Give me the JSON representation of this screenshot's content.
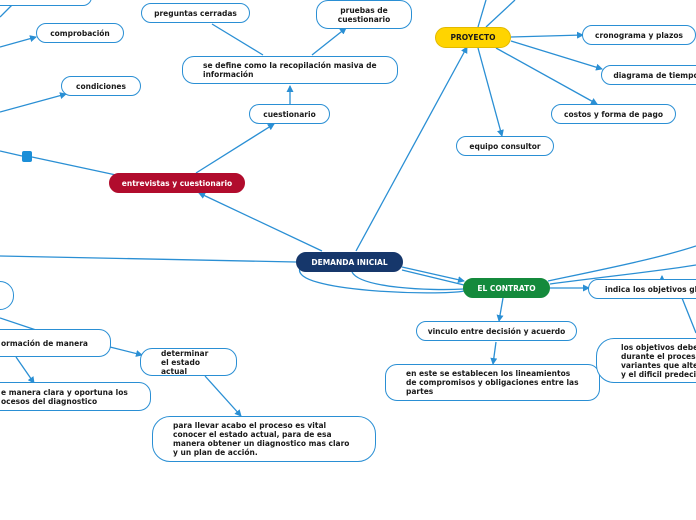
{
  "nodes": {
    "demanda_inicial": "DEMANDA INICIAL",
    "entrevistas": "entrevistas y cuestionario",
    "cuestionario": "cuestionario",
    "definicion": "se define como la recopilación masiva de información",
    "preguntas_cerradas": "preguntas cerradas",
    "pruebas": "pruebas de cuestionario",
    "comprobacion": "comprobación",
    "condiciones": "condiciones",
    "proyecto": "PROYECTO",
    "cronograma": "cronograma y plazos",
    "diagrama_tiempo": "diagrama de tiempo",
    "costos": "costos y forma de pago",
    "equipo": "equipo consultor",
    "contrato": "EL CONTRATO",
    "vinculo": "vinculo entre decisión y acuerdo",
    "lineamientos": "en este se establecen los lineamientos de compromisos y obligaciones entre las partes",
    "objetivos_globales": "indica los objetivos globales",
    "objetivos_deben": "los objetivos deben durante el proceso variantes que altere y el dificil predecir",
    "informacion_manera": "ormación de manera",
    "manera_clara": "e manera clara y oportuna los ocesos del diagnostico",
    "determinar": "determinar el estado actual",
    "proceso_vital": "para llevar acabo el proceso es vital conocer el estado actual, para de esa manera obtener un diagnostico mas claro y un plan de acción."
  },
  "colors": {
    "link": "#2a8fd4",
    "main": "#16376b",
    "red": "#b10c2d",
    "green": "#148a3c",
    "yellow": "#ffd400"
  }
}
